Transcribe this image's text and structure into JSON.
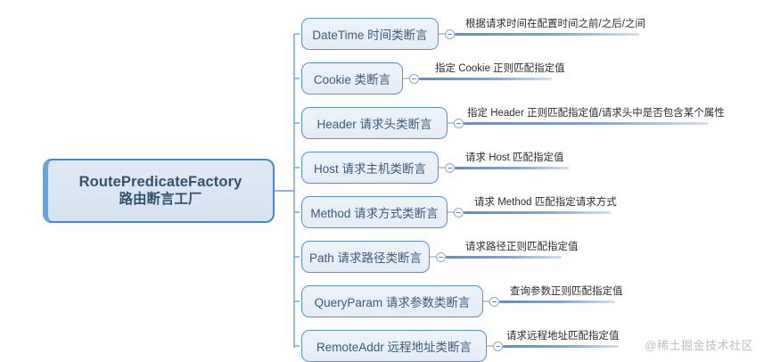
{
  "diagram": {
    "type": "mindmap",
    "background": "#ffffff",
    "accent": "#4a86c8",
    "root": {
      "title_en": "RoutePredicateFactory",
      "title_zh": "路由断言工厂"
    },
    "branches": [
      {
        "label": "DateTime 时间类断言",
        "annotation": "根据请求时间在配置时间之前/之后/之间",
        "toggle_icon": "collapse-minus-icon"
      },
      {
        "label": "Cookie 类断言",
        "annotation": "指定 Cookie 正则匹配指定值",
        "toggle_icon": "collapse-minus-icon"
      },
      {
        "label": "Header 请求头类断言",
        "annotation": "指定 Header 正则匹配指定值/请求头中是否包含某个属性",
        "toggle_icon": "collapse-minus-icon"
      },
      {
        "label": "Host 请求主机类断言",
        "annotation": "请求 Host 匹配指定值",
        "toggle_icon": "collapse-minus-icon"
      },
      {
        "label": "Method 请求方式类断言",
        "annotation": "请求 Method 匹配指定请求方式",
        "toggle_icon": "collapse-minus-icon"
      },
      {
        "label": "Path 请求路径类断言",
        "annotation": "请求路径正则匹配指定值",
        "toggle_icon": "collapse-minus-icon"
      },
      {
        "label": "QueryParam 请求参数类断言",
        "annotation": "查询参数正则匹配指定值",
        "toggle_icon": "collapse-minus-icon"
      },
      {
        "label": "RemoteAddr 远程地址类断言",
        "annotation": "请求远程地址匹配指定值",
        "toggle_icon": "collapse-minus-icon"
      }
    ],
    "watermark": "@稀土掘金技术社区"
  }
}
